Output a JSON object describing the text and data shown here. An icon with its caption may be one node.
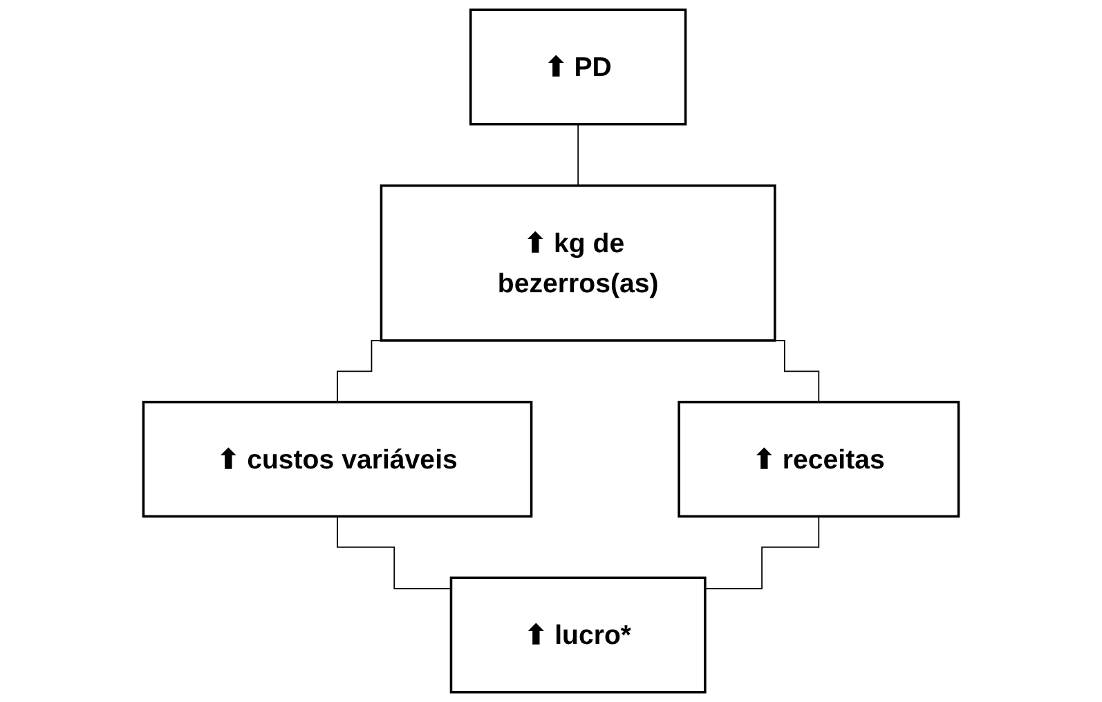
{
  "diagram": {
    "nodes": [
      {
        "text": [
          "⬆ PD"
        ]
      },
      {
        "text": [
          "⬆ kg de bezerros(as)"
        ]
      },
      {
        "text": [
          "⬆ custos variáveis"
        ]
      },
      {
        "text": [
          "⬆ receitas"
        ]
      },
      {
        "text": [
          "⬆ lucro*"
        ]
      }
    ],
    "edges": [
      {
        "from": 0,
        "to": 1,
        "arrow": "none"
      },
      {
        "from": 1,
        "to": 2,
        "arrow": "none"
      },
      {
        "from": 1,
        "to": 3,
        "arrow": "none"
      },
      {
        "from": 2,
        "to": 4,
        "arrow": "none"
      },
      {
        "from": 3,
        "to": 4,
        "arrow": "none"
      }
    ]
  }
}
